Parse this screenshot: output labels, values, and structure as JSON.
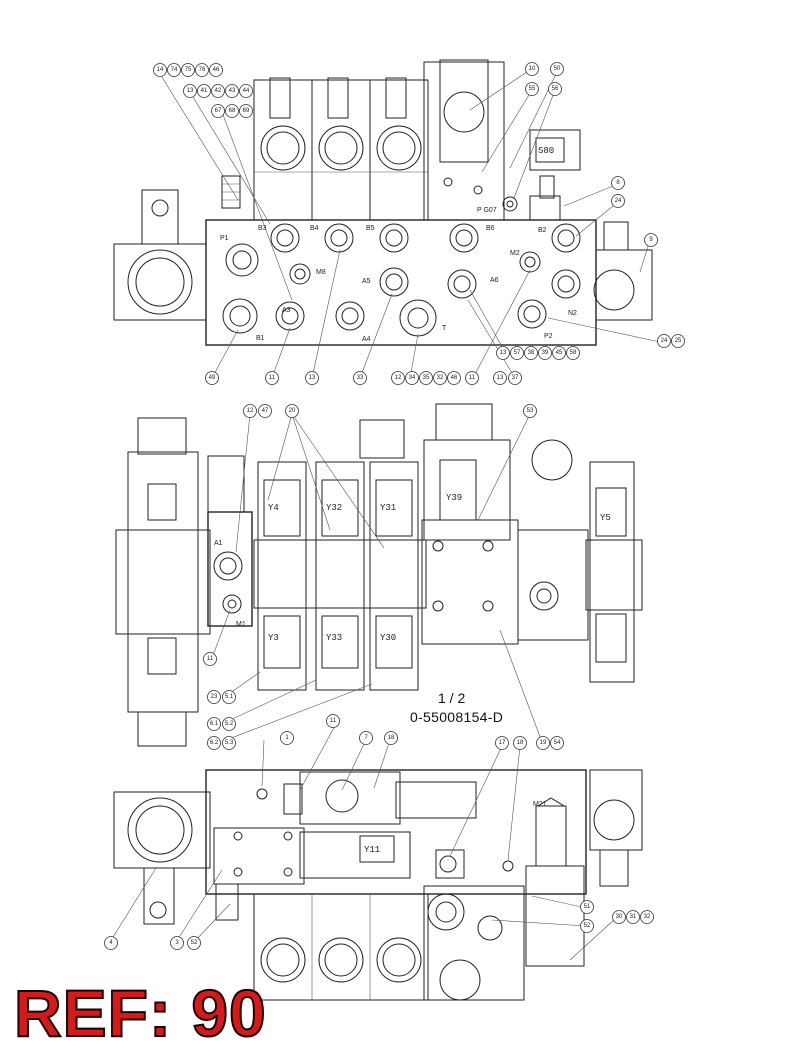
{
  "sheet": "1 / 2",
  "drawing_number": "0-55008154-D",
  "ref_label": "REF: 90",
  "port_labels": [
    "P1",
    "B3",
    "B4",
    "B5",
    "B6",
    "B2",
    "M8",
    "M2",
    "A5",
    "A6",
    "A3",
    "A4",
    "B1",
    "T",
    "N2",
    "P2",
    "P G07",
    "A1",
    "M1",
    "M21"
  ],
  "coil_labels": [
    "Y4",
    "Y32",
    "Y31",
    "Y39",
    "Y5",
    "Y3",
    "Y33",
    "Y30",
    "Y11",
    "S80"
  ],
  "balloons": [
    "14",
    "74",
    "75",
    "76",
    "46",
    "13",
    "41",
    "42",
    "43",
    "44",
    "67",
    "68",
    "69",
    "10",
    "50",
    "55",
    "56",
    "8",
    "24",
    "9",
    "24",
    "25",
    "13",
    "57",
    "38",
    "39",
    "45",
    "58",
    "13",
    "37",
    "11",
    "12",
    "34",
    "35",
    "32",
    "46",
    "33",
    "13",
    "11",
    "49",
    "12",
    "47",
    "20",
    "53",
    "11",
    "23",
    "5.1",
    "6.1",
    "5.2",
    "6.2",
    "5.3",
    "19",
    "54",
    "1",
    "11",
    "7",
    "18",
    "17",
    "18",
    "4",
    "3",
    "52",
    "51",
    "52",
    "30",
    "31",
    "32"
  ],
  "colors": {
    "line": "#222222",
    "ref_text": "#d61a1a"
  }
}
